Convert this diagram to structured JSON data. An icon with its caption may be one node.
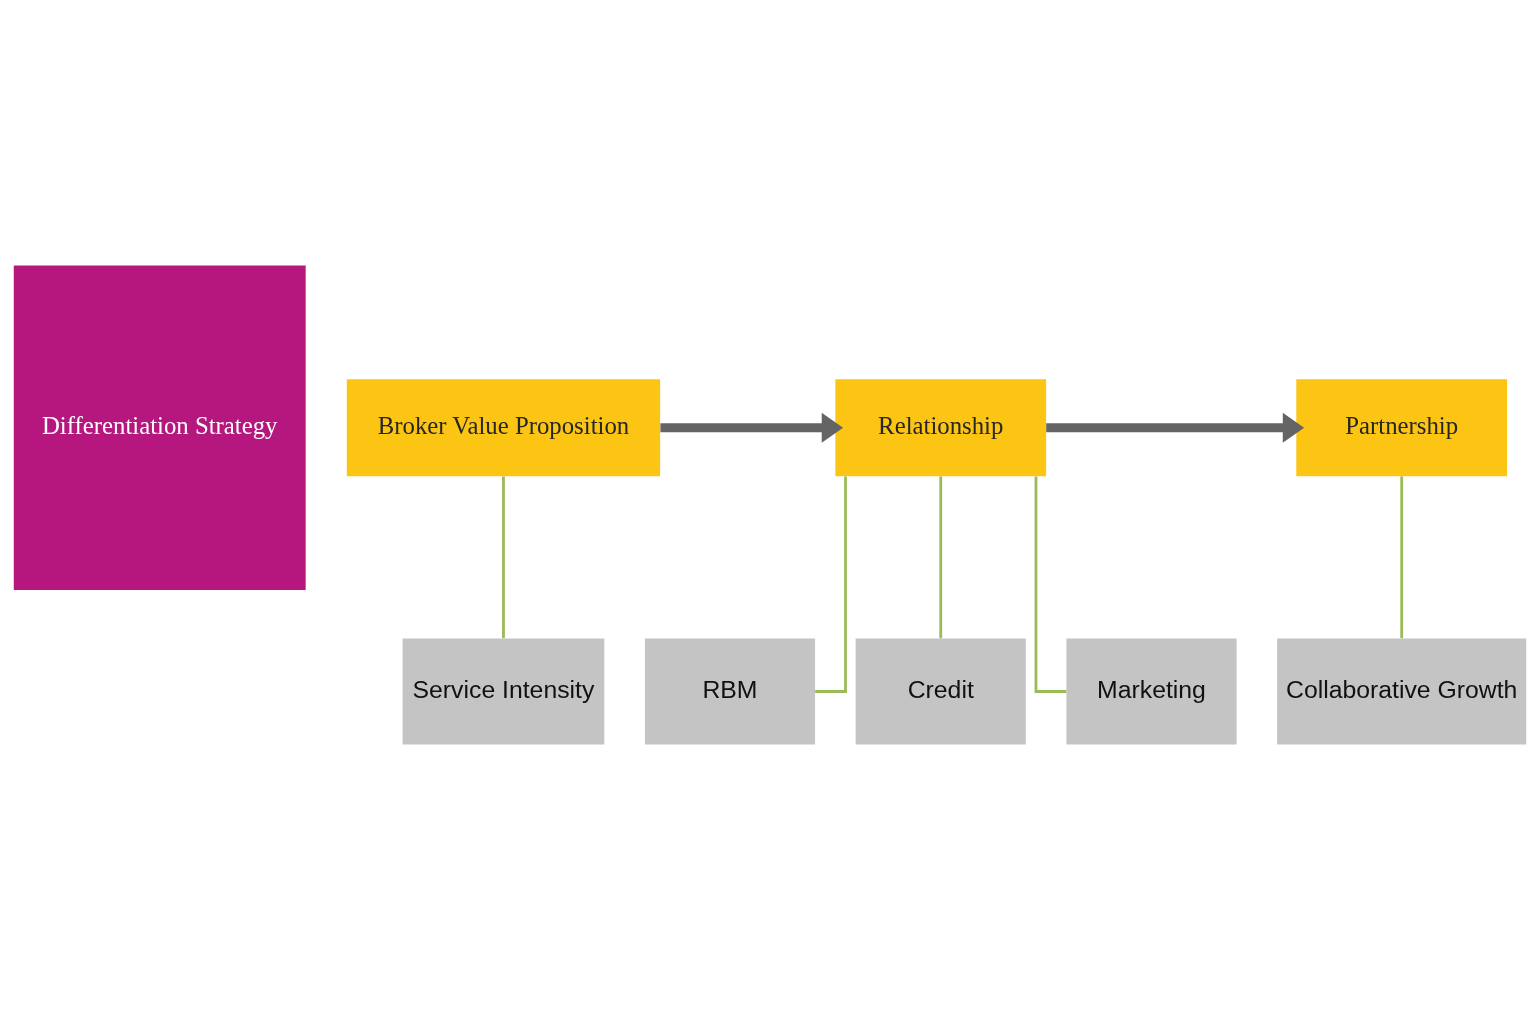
{
  "diagram": {
    "nodes": [
      {
        "text": [
          "Differentiation Strategy"
        ]
      },
      {
        "text": [
          "Broker Value Proposition"
        ]
      },
      {
        "text": [
          "Relationship"
        ]
      },
      {
        "text": [
          "Partnership"
        ]
      },
      {
        "text": [
          "Service Intensity"
        ]
      },
      {
        "text": [
          "RBM"
        ]
      },
      {
        "text": [
          "Credit"
        ]
      },
      {
        "text": [
          "Marketing"
        ]
      },
      {
        "text": [
          "Collaborative Growth"
        ]
      }
    ],
    "edges": [
      {
        "from": 1,
        "to": 2,
        "arrow": "to",
        "style": "thick",
        "color": "#646464"
      },
      {
        "from": 2,
        "to": 3,
        "arrow": "to",
        "style": "thick",
        "color": "#646464"
      },
      {
        "from": 1,
        "to": 4,
        "arrow": "none"
      },
      {
        "from": 2,
        "to": 5,
        "arrow": "none"
      },
      {
        "from": 2,
        "to": 6,
        "arrow": "none"
      },
      {
        "from": 2,
        "to": 7,
        "arrow": "none"
      },
      {
        "from": 3,
        "to": 8,
        "arrow": "none"
      }
    ]
  }
}
